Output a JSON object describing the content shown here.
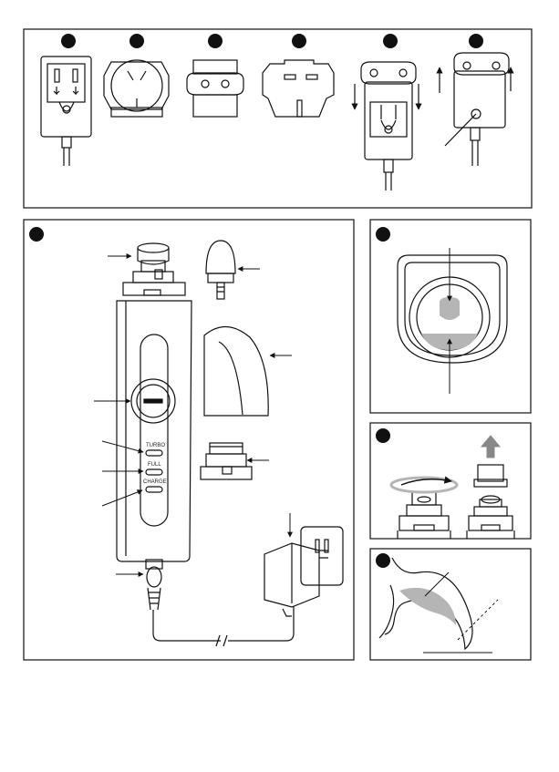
{
  "device_labels": {
    "turbo": "TURBO",
    "full": "FULL",
    "charge": "CHARGE"
  },
  "icons": {
    "step_marker": "filled-circle-icon",
    "arrow": "arrow-icon",
    "rotate": "rotate-arrow-icon",
    "lift": "lift-arrow-icon"
  },
  "colors": {
    "line": "#111111",
    "fill_gray": "#b5b5b5",
    "marker": "#111111",
    "background": "#ffffff"
  }
}
